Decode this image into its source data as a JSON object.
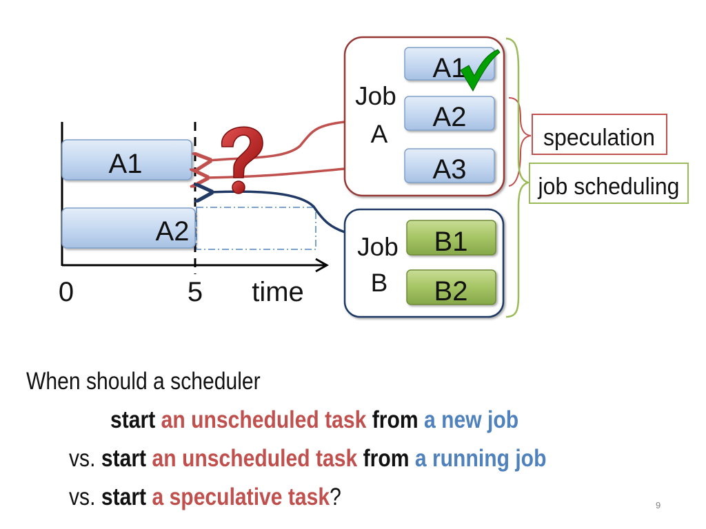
{
  "timeline": {
    "bar_a1": "A1",
    "bar_a2": "A2",
    "tick_0": "0",
    "tick_5": "5",
    "axis_label": "time"
  },
  "job_a": {
    "label_line1": "Job",
    "label_line2": "A",
    "tasks": [
      "A1",
      "A2",
      "A3"
    ],
    "completed_task": "A1"
  },
  "job_b": {
    "label_line1": "Job",
    "label_line2": "B",
    "tasks": [
      "B1",
      "B2"
    ]
  },
  "legend": {
    "speculation": "speculation",
    "job_scheduling": "job scheduling"
  },
  "question": {
    "line1": "When should a scheduler",
    "line2": {
      "w1": "start",
      "w2": "an unscheduled task",
      "w3": "from",
      "w4": "a new job"
    },
    "line3": {
      "w0": "vs.",
      "w1": "start",
      "w2": "an unscheduled task",
      "w3": "from",
      "w4": "a running job"
    },
    "line4": {
      "w0": "vs.",
      "w1": "start",
      "w2": "a speculative task",
      "w3": "?"
    }
  },
  "page_number": "9",
  "colors": {
    "task_blue": "#c6d9f1",
    "task_green": "#9bbb59",
    "job_a_border": "#953735",
    "job_b_border": "#1f3864",
    "red_text": "#c0504d",
    "blue_text": "#4f81bd",
    "check_green": "#00a000"
  }
}
